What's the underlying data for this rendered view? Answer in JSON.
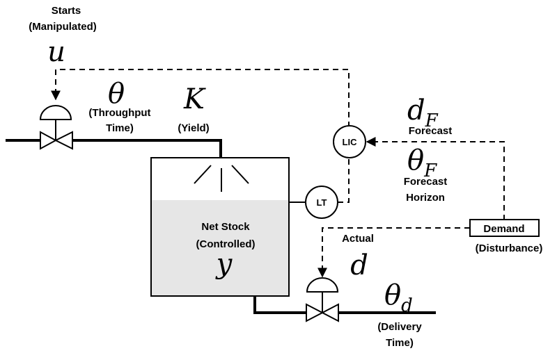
{
  "starts": {
    "title": "Starts",
    "subtitle": "(Manipulated)",
    "symbol": "u"
  },
  "throughput": {
    "symbol": "θ",
    "line1": "(Throughput",
    "line2": "Time)"
  },
  "yield": {
    "symbol": "K",
    "label": "(Yield)"
  },
  "forecast": {
    "symbol_base": "d",
    "symbol_sub": "F",
    "label": "Forecast"
  },
  "forecast_horizon": {
    "symbol_base": "θ",
    "symbol_sub": "F",
    "line1": "Forecast",
    "line2": "Horizon"
  },
  "tank": {
    "line1": "Net Stock",
    "line2": "(Controlled)",
    "symbol": "y"
  },
  "controller": {
    "label": "LIC"
  },
  "transmitter": {
    "label": "LT"
  },
  "demand": {
    "label": "Demand",
    "sublabel": "(Disturbance)"
  },
  "actual": {
    "label": "Actual",
    "symbol": "d"
  },
  "delivery": {
    "symbol_base": "θ",
    "symbol_sub": "d",
    "line1": "(Delivery",
    "line2": "Time)"
  },
  "colors": {
    "line": "#000000",
    "tank_fill": "#e6e6e6",
    "background": "#ffffff"
  }
}
